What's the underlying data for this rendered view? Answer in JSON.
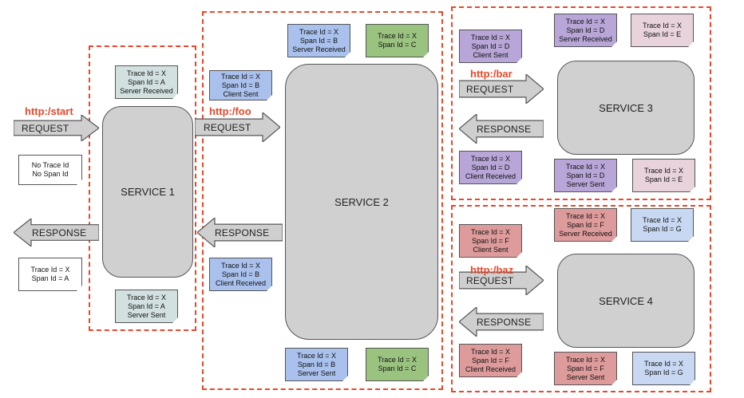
{
  "colors": {
    "frame": "#e8472a",
    "service_fill": "#d0d0d0",
    "arrow_fill": "#cfcfcf",
    "url": "#e8472a",
    "note_teal": "#d3e0e0",
    "note_blue": "#a9c1ec",
    "note_green": "#9bc380",
    "note_purple": "#b7a6d7",
    "note_pink": "#e8d2dc",
    "note_red": "#de9b9b",
    "note_lightblue": "#c8d8f2",
    "note_white": "#ffffff"
  },
  "services": {
    "s1": "SERVICE 1",
    "s2": "SERVICE 2",
    "s3": "SERVICE 3",
    "s4": "SERVICE 4"
  },
  "urls": {
    "start": "http:/start",
    "foo": "http:/foo",
    "bar": "http:/bar",
    "baz": "http:/baz"
  },
  "arrows": {
    "request": "REQUEST",
    "response": "RESPONSE"
  },
  "notes": {
    "no_trace": [
      "No Trace Id",
      "No Span Id"
    ],
    "resp_client": [
      "Trace Id = X",
      "Span Id = A"
    ],
    "s1_server_received": [
      "Trace Id = X",
      "Span Id = A",
      "Server Received"
    ],
    "s1_server_sent": [
      "Trace Id = X",
      "Span Id = A",
      "Server Sent"
    ],
    "s2_client_sent": [
      "Trace Id = X",
      "Span Id = B",
      "Client Sent"
    ],
    "s2_client_received": [
      "Trace Id = X",
      "Span Id = B",
      "Client Received"
    ],
    "s2_server_received": [
      "Trace Id = X",
      "Span Id = B",
      "Server Received"
    ],
    "s2_local_top": [
      "Trace Id = X",
      "Span Id = C"
    ],
    "s2_server_sent": [
      "Trace Id = X",
      "Span Id = B",
      "Server Sent"
    ],
    "s2_local_bottom": [
      "Trace Id = X",
      "Span Id = C"
    ],
    "s3_client_sent": [
      "Trace Id = X",
      "Span Id = D",
      "Client Sent"
    ],
    "s3_client_received": [
      "Trace Id = X",
      "Span Id = D",
      "Client Received"
    ],
    "s3_server_received": [
      "Trace Id = X",
      "Span Id = D",
      "Server Received"
    ],
    "s3_local_top": [
      "Trace Id = X",
      "Span Id = E"
    ],
    "s3_server_sent": [
      "Trace Id = X",
      "Span Id = D",
      "Server Sent"
    ],
    "s3_local_bottom": [
      "Trace Id = X",
      "Span Id = E"
    ],
    "s4_client_sent": [
      "Trace Id = X",
      "Span Id = F",
      "Client Sent"
    ],
    "s4_client_received": [
      "Trace Id = X",
      "Span Id = F",
      "Client Received"
    ],
    "s4_server_received": [
      "Trace Id = X",
      "Span Id = F",
      "Server Received"
    ],
    "s4_local_top": [
      "Trace Id = X",
      "Span Id = G"
    ],
    "s4_server_sent": [
      "Trace Id = X",
      "Span Id = F",
      "Server Sent"
    ],
    "s4_local_bottom": [
      "Trace Id = X",
      "Span Id = G"
    ]
  }
}
